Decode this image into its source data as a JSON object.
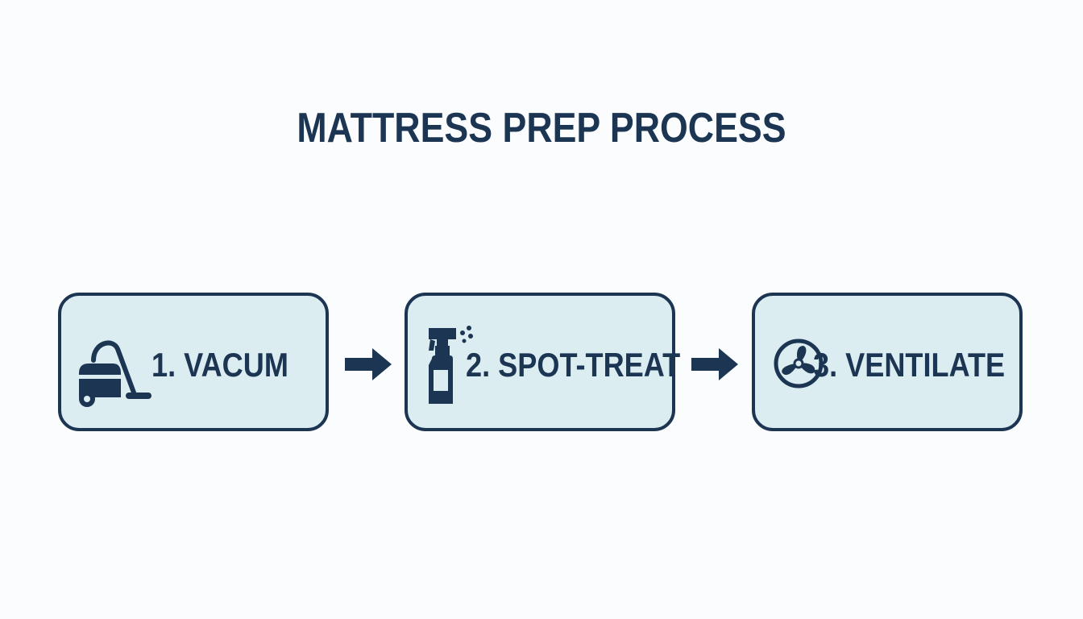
{
  "title": "MATTRESS PREP PROCESS",
  "steps": [
    {
      "label": "1. VACUM",
      "icon": "vacuum-cleaner-icon"
    },
    {
      "label": "2. SPOT-TREAT",
      "icon": "spray-bottle-icon"
    },
    {
      "label": "3. VENTILATE",
      "icon": "fan-icon"
    }
  ],
  "colors": {
    "primary": "#1b3553",
    "box_fill": "#dcedf1",
    "background": "#fbfcfd"
  }
}
